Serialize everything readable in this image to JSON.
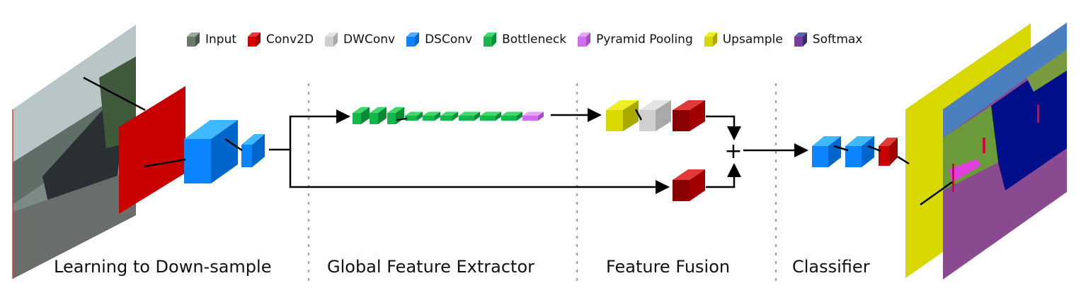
{
  "legend": [
    {
      "key": "input",
      "label": "Input",
      "front": "#6a7a6a",
      "top": "#9aa89a",
      "side": "#4a564a"
    },
    {
      "key": "conv2d",
      "label": "Conv2D",
      "front": "#d40000",
      "top": "#e23a3a",
      "side": "#a00000"
    },
    {
      "key": "dwconv",
      "label": "DWConv",
      "front": "#cfcfcf",
      "top": "#e4e4e4",
      "side": "#a9a9a9"
    },
    {
      "key": "dsconv",
      "label": "DSConv",
      "front": "#0a84ff",
      "top": "#52aaff",
      "side": "#0066cc"
    },
    {
      "key": "bottleneck",
      "label": "Bottleneck",
      "front": "#14b84a",
      "top": "#3fd96b",
      "side": "#0d8a36"
    },
    {
      "key": "pyramid",
      "label": "Pyramid Pooling",
      "front": "#d26cf0",
      "top": "#e6a2f8",
      "side": "#a84cc4"
    },
    {
      "key": "upsample",
      "label": "Upsample",
      "front": "#d8d800",
      "top": "#eeee22",
      "side": "#a8a800"
    },
    {
      "key": "softmax",
      "label": "Softmax",
      "front": "#7a3aa0",
      "top": "#4a6ab0",
      "side": "#3a2a70"
    }
  ],
  "sections": {
    "downsample": "Learning to Down-sample",
    "global": "Global Feature Extractor",
    "fusion": "Feature Fusion",
    "classifier": "Classifier"
  },
  "fusion_symbol": "+",
  "colors": {
    "conv_front": "#c80000",
    "conv_dark": "#8a0000",
    "ds_front": "#0a84ff",
    "ds_light": "#3fb8ff",
    "bottleneck": "#14b84a",
    "pyramid": "#d26cf0",
    "upsample": "#d8d800",
    "dwconv": "#cfcfcf",
    "divider": "#a8a8a8"
  }
}
